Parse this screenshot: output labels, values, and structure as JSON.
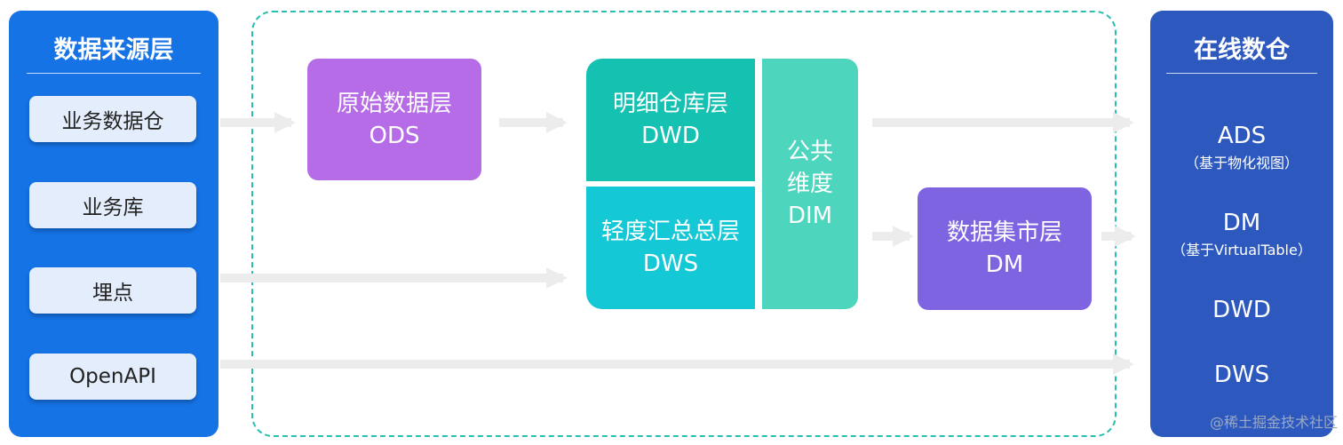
{
  "source_panel": {
    "title": "数据来源层",
    "items": [
      "业务数据仓",
      "业务库",
      "埋点",
      "OpenAPI"
    ]
  },
  "layers": {
    "ods": {
      "name": "原始数据层",
      "code": "ODS"
    },
    "dwd": {
      "name": "明细仓库层",
      "code": "DWD"
    },
    "dws": {
      "name": "轻度汇总总层",
      "code": "DWS"
    },
    "dim": {
      "name_line1": "公共",
      "name_line2": "维度",
      "code": "DIM"
    },
    "dm": {
      "name": "数据集市层",
      "code": "DM"
    }
  },
  "output_panel": {
    "title": "在线数仓",
    "items": [
      {
        "name": "ADS",
        "note": "（基于物化视图）"
      },
      {
        "name": "DM",
        "note": "（基于VirtualTable）"
      },
      {
        "name": "DWD",
        "note": ""
      },
      {
        "name": "DWS",
        "note": ""
      }
    ]
  },
  "watermark": "@稀土掘金技术社区",
  "colors": {
    "source_panel": "#1573e6",
    "output_panel": "#2d59bf",
    "ods": "#b66ce6",
    "dwd": "#15c1b1",
    "dws": "#15c8d6",
    "dim": "#4dd6bd",
    "dm": "#7f64e2",
    "container_border": "#27bfb0",
    "arrow": "#ececec"
  }
}
